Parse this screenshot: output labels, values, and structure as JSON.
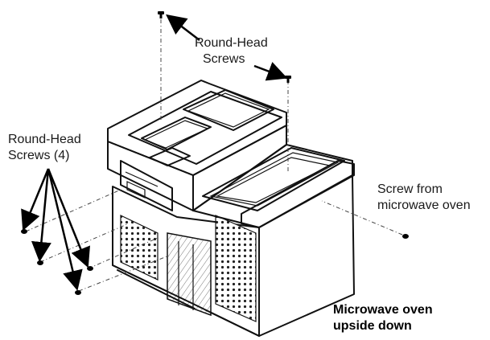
{
  "labels": {
    "top_screws": [
      "Round-Head",
      "Screws"
    ],
    "left_screws": [
      "Round-Head",
      "Screws (4)"
    ],
    "right_screw": [
      "Screw from",
      "microwave oven"
    ],
    "caption": [
      "Microwave oven",
      "upside down"
    ]
  }
}
